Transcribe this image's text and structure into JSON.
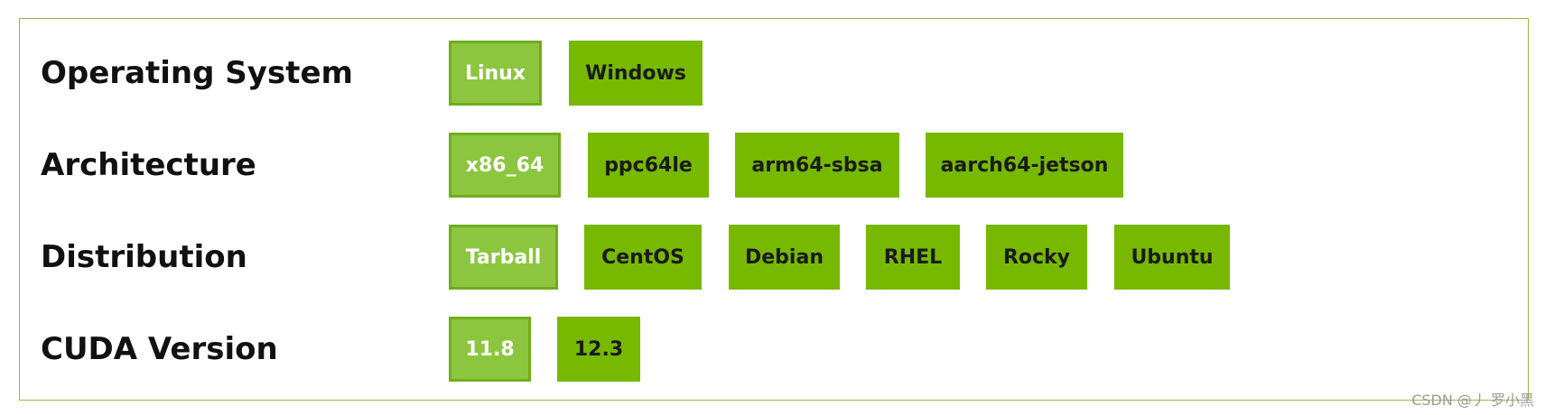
{
  "rows": [
    {
      "label": "Operating System",
      "options": [
        {
          "label": "Linux",
          "selected": true
        },
        {
          "label": "Windows",
          "selected": false
        }
      ]
    },
    {
      "label": "Architecture",
      "options": [
        {
          "label": "x86_64",
          "selected": true
        },
        {
          "label": "ppc64le",
          "selected": false
        },
        {
          "label": "arm64-sbsa",
          "selected": false
        },
        {
          "label": "aarch64-jetson",
          "selected": false
        }
      ]
    },
    {
      "label": "Distribution",
      "options": [
        {
          "label": "Tarball",
          "selected": true
        },
        {
          "label": "CentOS",
          "selected": false
        },
        {
          "label": "Debian",
          "selected": false
        },
        {
          "label": "RHEL",
          "selected": false
        },
        {
          "label": "Rocky",
          "selected": false
        },
        {
          "label": "Ubuntu",
          "selected": false
        }
      ]
    },
    {
      "label": "CUDA Version",
      "options": [
        {
          "label": "11.8",
          "selected": true
        },
        {
          "label": "12.3",
          "selected": false
        }
      ]
    }
  ],
  "watermark": "CSDN @丿 罗小黑",
  "colors": {
    "option_bg": "#76b900",
    "option_selected_bg": "#8cc63f",
    "frame_border": "#8fbf3c"
  }
}
